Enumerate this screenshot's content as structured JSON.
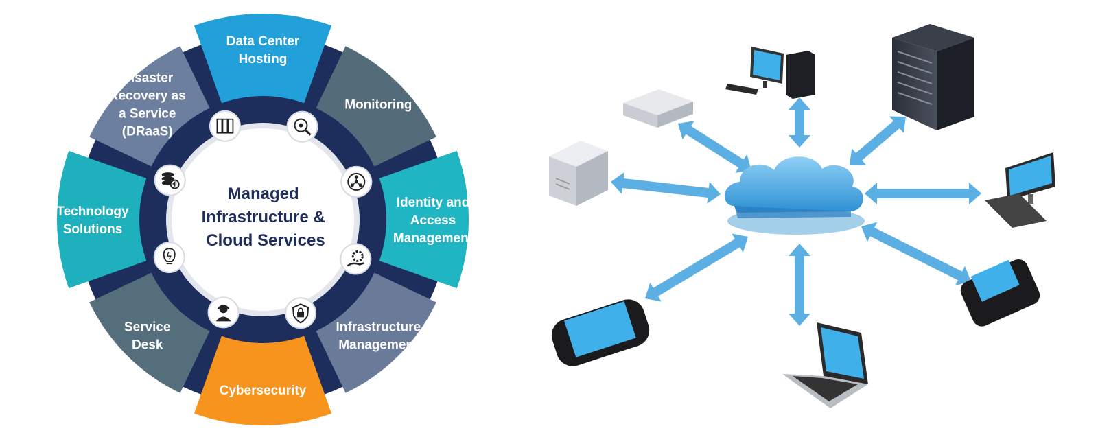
{
  "wheel": {
    "center_lines": [
      "Managed",
      "Infrastructure &",
      "Cloud Services"
    ],
    "segments": [
      {
        "id": "data-center-hosting",
        "lines": [
          "Data Center",
          "Hosting"
        ],
        "color": "#21a0d9",
        "icon": "server-rack-icon"
      },
      {
        "id": "monitoring",
        "lines": [
          "Monitoring"
        ],
        "color": "#546c7a",
        "icon": "magnifier-eye-icon"
      },
      {
        "id": "identity-access-management",
        "lines": [
          "Identity and",
          "Access",
          "Management"
        ],
        "color": "#20b5c2",
        "icon": "network-nodes-icon"
      },
      {
        "id": "infrastructure-management",
        "lines": [
          "Infrastructure",
          "Management"
        ],
        "color": "#6a7a99",
        "icon": "hand-gear-icon"
      },
      {
        "id": "cybersecurity",
        "lines": [
          "Cybersecurity"
        ],
        "color": "#f7941e",
        "icon": "shield-lock-icon"
      },
      {
        "id": "service-desk",
        "lines": [
          "Service",
          "Desk"
        ],
        "color": "#556e7b",
        "icon": "headset-agent-icon"
      },
      {
        "id": "technology-solutions",
        "lines": [
          "Technology",
          "Solutions"
        ],
        "color": "#1eb0bd",
        "icon": "lightbulb-icon"
      },
      {
        "id": "disaster-recovery",
        "lines": [
          "Disaster",
          "Recovery as",
          "a Service",
          "(DRaaS)"
        ],
        "color": "#6d7f9e",
        "icon": "database-sync-icon"
      }
    ],
    "colors": {
      "ring": "#1d2d5c",
      "center_text": "#1f2d5a",
      "icon_stroke": "#222222"
    }
  },
  "network": {
    "hub": "cloud-icon",
    "devices": [
      "desktop-computer-icon",
      "server-tower-icon",
      "network-appliance-icon",
      "server-cabinet-icon",
      "monitor-keyboard-icon",
      "smartphone-icon",
      "laptop-icon",
      "blackberry-phone-icon"
    ],
    "colors": {
      "arrow": "#4aa6e0",
      "cloud": "#4ea8e2",
      "screen": "#3fb0ea"
    }
  }
}
